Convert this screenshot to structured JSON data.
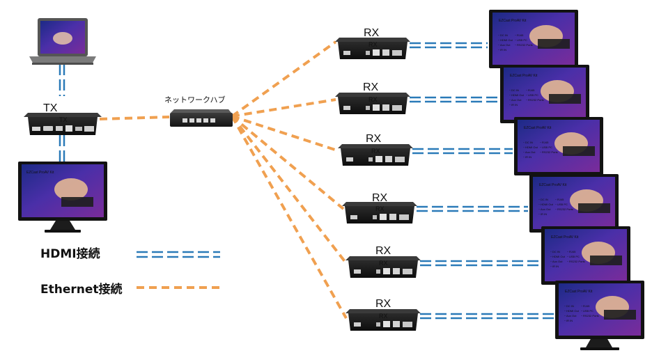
{
  "labels": {
    "tx": "TX",
    "tx_device": "TX",
    "hub": "ネットワークハブ",
    "rx": "RX",
    "rx_device": "RX"
  },
  "legend": {
    "hdmi": "HDMI接続",
    "ethernet": "Ethernet接続"
  },
  "screen_content": {
    "title": "EZCast ProAV Kit",
    "left_items": [
      "・DC IN",
      "・HDMI Out",
      "・Aux Out",
      "・IR IN"
    ],
    "right_items": [
      "・RJ45",
      "・USB PC",
      "・RS232 Ports"
    ]
  },
  "colors": {
    "hdmi_line": "#2a7ab8",
    "ethernet_line": "#f0a050",
    "device_body": "#1a1a1a"
  },
  "rx_count": 6
}
